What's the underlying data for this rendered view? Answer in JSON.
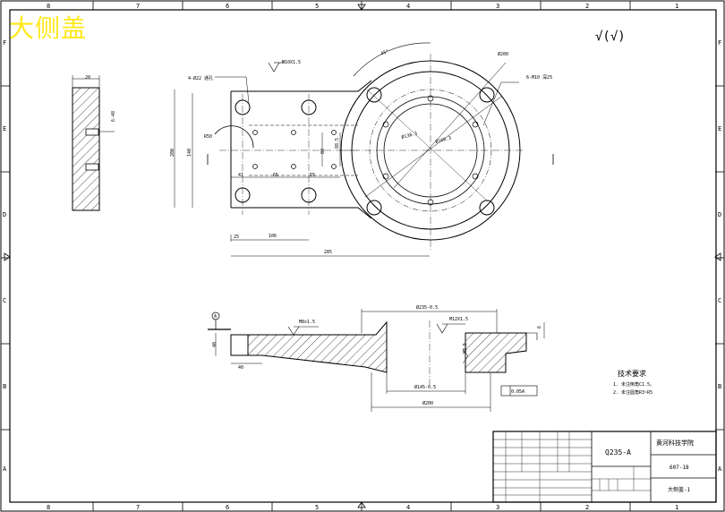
{
  "overlay_title": "大侧盖",
  "border": {
    "top_numbers": [
      "8",
      "7",
      "6",
      "5",
      "4",
      "3",
      "2",
      "1"
    ],
    "bottom_numbers": [
      "8",
      "7",
      "6",
      "5",
      "4",
      "3",
      "2",
      "1"
    ],
    "left_letters": [
      "F",
      "E",
      "D",
      "C",
      "B",
      "A"
    ],
    "right_letters": [
      "F",
      "E",
      "D",
      "C",
      "B",
      "A"
    ]
  },
  "surface_symbol": "√(√)",
  "dims": {
    "side_width": "20",
    "side_slot": "6-48",
    "top_angle": "45°",
    "holes_4": "4-Ø22 通孔",
    "thread_1": "M10X1.5",
    "dia_200": "Ø200",
    "holes_6": "6-M10 深25",
    "r50": "R50",
    "dia_inner1": "Ø138.3",
    "dia_inner2": "Ø160.3",
    "h140": "140",
    "h200": "200",
    "h88": "88",
    "h88b": "88.5",
    "w41": "41",
    "w65": "65",
    "w55": "55",
    "w25": "25",
    "w106": "106",
    "w285": "285",
    "sec_top": "Ø235-0.5",
    "sec_thread_left": "M8x1.5",
    "sec_thread_right": "M12X1.5",
    "sec_6": "6",
    "sec_40v": "40",
    "sec_40h": "40",
    "sec_m": "M3.5",
    "sec_bottom1": "Ø145-0.5",
    "sec_bottom2": "Ø200",
    "flatness": "0.05A",
    "datum": "A"
  },
  "tech_req": {
    "title": "技术要求",
    "line1": "1. 未注倒角C1.5。",
    "line2": "2. 未注圆角R3~R5"
  },
  "title_block": {
    "material": "Q235-A",
    "school": "黄河科技学院",
    "drawing_no": "607-18",
    "part_name": "大侧盖-1"
  }
}
